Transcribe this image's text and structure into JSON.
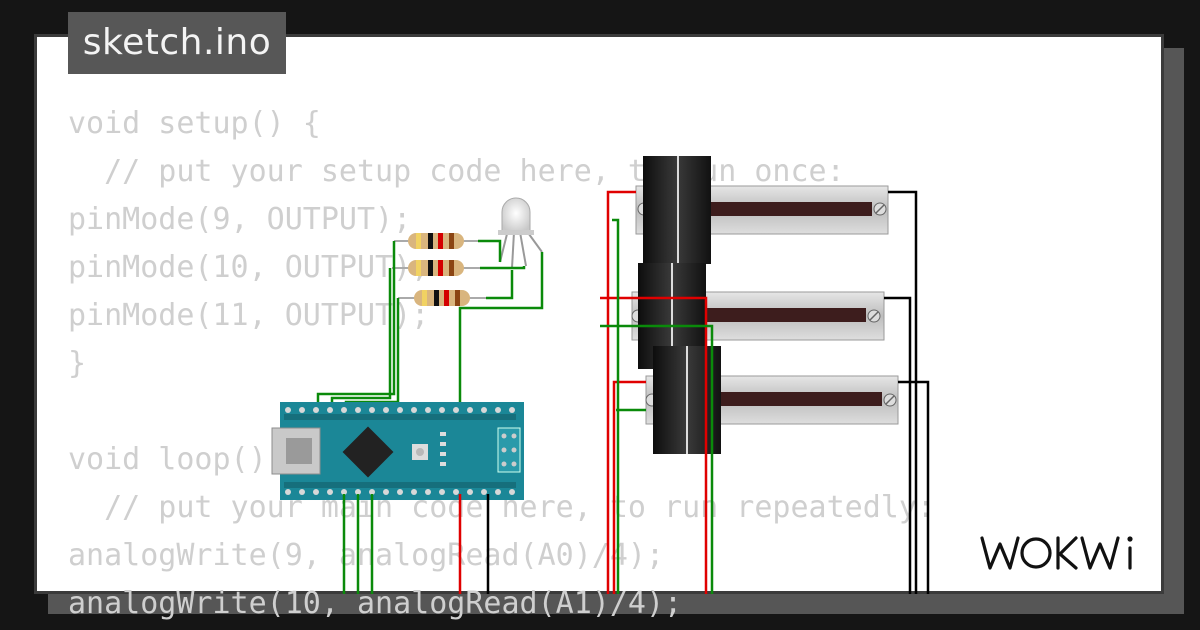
{
  "file_tab": {
    "label": "sketch.ino"
  },
  "code_lines": [
    "void setup() {",
    "  // put your setup code here, to run once:",
    "pinMode(9, OUTPUT);",
    "pinMode(10, OUTPUT);",
    "pinMode(11, OUTPUT);",
    "}",
    "",
    "void loop() {",
    "  // put your main code here, to run repeatedly:",
    "analogWrite(9, analogRead(A0)/4);",
    "analogWrite(10, analogRead(A1)/4);"
  ],
  "brand": {
    "logo_text": "WOKWi"
  },
  "colors": {
    "background": "#151515",
    "card": "#ffffff",
    "tab": "#575757",
    "code_text": "#cfcfcf",
    "wire_green": "#0a8a0a",
    "wire_red": "#e00000",
    "wire_black": "#000000",
    "nano_board": "#1b8797"
  },
  "components": {
    "board": "arduino-nano",
    "led": "rgb-led",
    "resistors": 3,
    "slide_potentiometers": 3
  }
}
